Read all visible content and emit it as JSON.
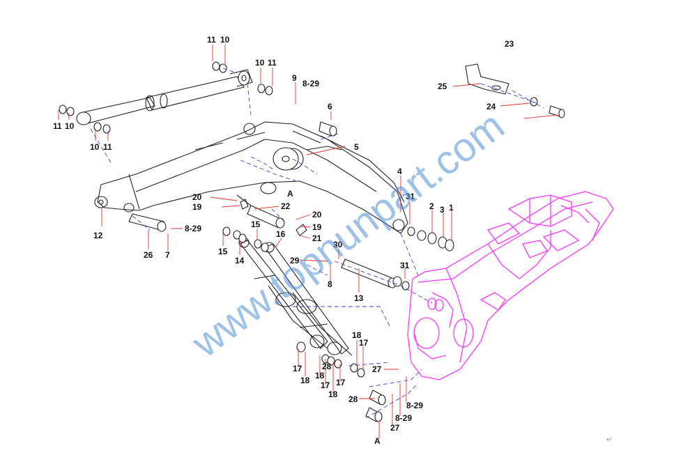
{
  "diagram": {
    "view_letter": "A",
    "watermark": "www.topnunpart.com",
    "end_mark": "↵",
    "colors": {
      "line": "#222222",
      "leader": "#e8322f",
      "hidden": "#3344cc",
      "frame": "#ff33ff",
      "watermark": "#4f8fd6"
    },
    "labels": [
      "11",
      "10",
      "10",
      "11",
      "9",
      "8-29",
      "6",
      "5",
      "4",
      "31",
      "2",
      "3",
      "1",
      "11",
      "10",
      "10",
      "11",
      "20",
      "A",
      "19",
      "22",
      "12",
      "8-29",
      "26",
      "7",
      "20",
      "15",
      "19",
      "21",
      "16",
      "15",
      "14",
      "29",
      "30",
      "8",
      "13",
      "31",
      "18",
      "17",
      "17",
      "18",
      "18",
      "17",
      "17",
      "18",
      "28",
      "27",
      "28",
      "8-29",
      "8-29",
      "27",
      "A",
      "23",
      "25",
      "24"
    ]
  }
}
